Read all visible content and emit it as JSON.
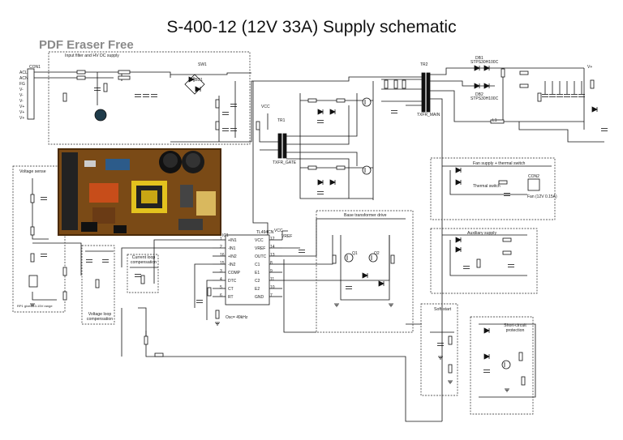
{
  "title": "S-400-12 (12V 33A) Supply schematic",
  "watermark": "PDF Eraser Free",
  "sections": {
    "input_filter": "Input filter and HV DC supply",
    "voltage_sense": "Voltage sense",
    "voltage_sense_note": "RP1 gives 10-15V range",
    "base_drive": "Base transformer drive",
    "fan_supply": "Fan supply + thermal switch",
    "aux_supply": "Auxiliary supply",
    "current_loop": "Current loop compensation",
    "voltage_loop": "Voltage loop compensation",
    "soft_start": "Soft-start",
    "short_circuit": "Short-circuit protection"
  },
  "components": {
    "ic1": "IC1",
    "ic1_part": "TL494CN",
    "tr1": "TR1",
    "tr1_name": "TXFR_GATE",
    "tr2": "TR2",
    "tr2_name": "TXFR_MAIN",
    "db1": "DB1",
    "db1_part": "STPS30H100C",
    "db2": "DB2",
    "db2_part": "STPS30H100C",
    "con1": "CON1",
    "con2": "CON2",
    "fan_label": "Fan (12V 0.15A)",
    "thermal_switch": "Thermal switch",
    "sw1": "SW1",
    "bd1": "BD1",
    "l1": "L1",
    "vcc1": "VCC",
    "vcc2": "VCC",
    "vref": "VREF",
    "osc_note": "Osc= 49kHz",
    "q1": "Q1",
    "q2": "Q2",
    "vplus": "V+"
  },
  "ic_pins_left": [
    "+IN1",
    "-IN1",
    "+IN2",
    "-IN2",
    "COMP",
    "DTC",
    "CT",
    "RT"
  ],
  "ic_pins_right": [
    "VCC",
    "VREF",
    "OUTC",
    "C1",
    "E1",
    "C2",
    "E2",
    "GND"
  ],
  "ic_pin_numbers_left": [
    "1",
    "2",
    "16",
    "15",
    "3",
    "4",
    "5",
    "6"
  ],
  "ic_pin_numbers_right": [
    "12",
    "14",
    "13",
    "8",
    "9",
    "11",
    "10",
    "7"
  ],
  "connector_pins": [
    "ACL",
    "ACN",
    "FG",
    "V-",
    "V-",
    "V-",
    "V+",
    "V+",
    "V+"
  ]
}
